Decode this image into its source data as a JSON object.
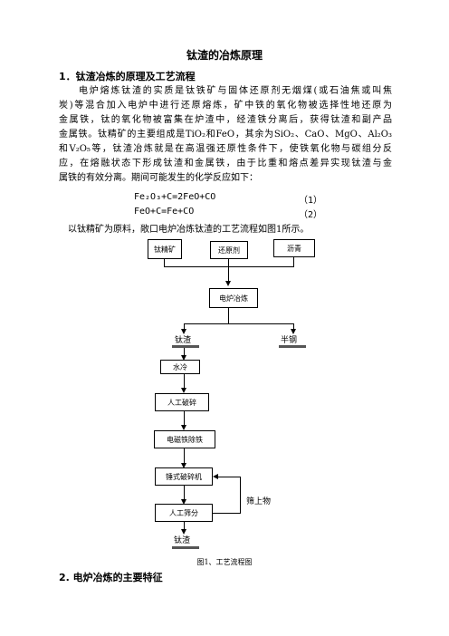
{
  "title": "钛渣的冶炼原理",
  "section1": {
    "heading": "1．钛渣冶炼的原理及工艺流程"
  },
  "paragraph_lines": [
    "电炉熔炼钛渣的实质是钛铁矿与固体还原剂无烟煤(或石油焦或叫焦",
    "炭)等混合加入电炉中进行还原熔炼，矿中铁的氧化物被选择性地还原为",
    "金属铁，钛的氧化物被富集在炉渣中，经渣铁分离后，获得钛渣和副产品",
    "金属铁。钛精矿的主要组成是TiO₂和FeO，其余为SiO₂、CaO、MgO、Al₂O₃",
    "和V₂O₅等，钛渣冶炼就是在高温强还原性条件下，使铁氧化物与碳组分反",
    "应，在熔融状态下形成钛渣和金属铁，由于比重和熔点差异实现钛渣与金",
    "属铁的有效分离。期间可能发生的化学反应如下："
  ],
  "equations": [
    {
      "formula": "Fe₂O₃+C=2FeO+CO",
      "number": "（1）"
    },
    {
      "formula": "FeO+C=Fe+CO",
      "number": "（2）"
    }
  ],
  "intro": "以钛精矿为原料，敞口电炉冶炼钛渣的工艺流程如图1所示。",
  "flow": {
    "inputs": [
      "钛精矿",
      "还原剂",
      "沥青"
    ],
    "furnace": "电炉冶炼",
    "slag": "钛渣",
    "steel": "半钢",
    "steps": [
      "水冷",
      "人工破碎",
      "电磁铁除铁",
      "锤式破碎机",
      "人工筛分"
    ],
    "oversize": "筛上物",
    "product": "钛渣"
  },
  "caption": "图1、工艺流程图",
  "section2": {
    "heading": "2. 电炉冶炼的主要特征"
  }
}
